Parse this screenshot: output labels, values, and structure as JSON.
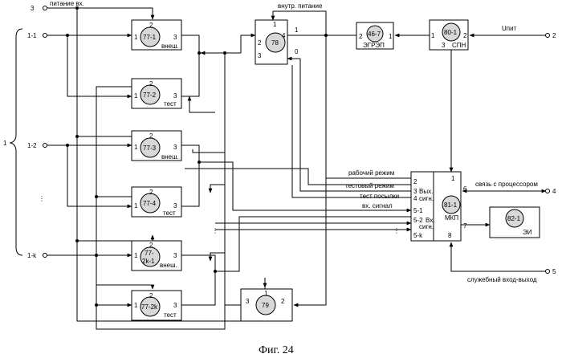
{
  "inputs": {
    "term_3": "3",
    "power_in": "питание вх.",
    "in_1_1": "1-1",
    "in_1_2": "1-2",
    "in_dots": "⋮",
    "in_1_k": "1-k",
    "group": "1"
  },
  "blocks": {
    "b77_1": {
      "id": "77-1",
      "sub": "внеш.",
      "p1": "1",
      "p2": "2",
      "p3": "3"
    },
    "b77_2": {
      "id": "77-2",
      "sub": "тест",
      "p1": "1",
      "p2": "2",
      "p3": "3"
    },
    "b77_3": {
      "id": "77-3",
      "sub": "внеш.",
      "p1": "1",
      "p2": "2",
      "p3": "3"
    },
    "b77_4": {
      "id": "77-4",
      "sub": "тест",
      "p1": "1",
      "p2": "2",
      "p3": "3"
    },
    "b77_2k1": {
      "id_a": "77-",
      "id_b": "2k-1",
      "sub": "внеш.",
      "p1": "1",
      "p2": "2",
      "p3": "3"
    },
    "b77_2k": {
      "id": "77-2k",
      "sub": "тест",
      "p1": "1",
      "p2": "2",
      "p3": "3"
    },
    "b78": {
      "id": "78",
      "p1": "1",
      "p2": "2",
      "p3": "3",
      "p4": "4",
      "p0": "0"
    },
    "b79": {
      "id": "79",
      "p1": "1",
      "p2": "2",
      "p3": "3"
    },
    "b46": {
      "id": "46-7",
      "sub": "ЭГРЭП",
      "p1": "1",
      "p2": "2"
    },
    "b80": {
      "id": "80-1",
      "sub": "СПН",
      "p1": "1",
      "p2": "2",
      "p3": "3"
    },
    "b81": {
      "id": "81-1",
      "sub": "МКП",
      "p1": "1",
      "p2": "2",
      "p3": "3",
      "p4": "4",
      "p5_1": "5-1",
      "p5_2": "5-2",
      "p5_k": "5-k",
      "p6": "6",
      "p7": "7",
      "p8": "8",
      "vyh": "Вых.",
      "sign": "сигн.",
      "vh": "Вх.",
      "sign2": "сигн."
    },
    "b82": {
      "id": "82-1",
      "sub": "ЭИ"
    }
  },
  "signals": {
    "internal_power": "внутр. питание",
    "u_pit": "Uпит",
    "term_2": "2",
    "work_mode": "рабочий режим",
    "test_mode": "тестовый режим",
    "test_packets": "тест посылки",
    "in_signal": "вх. сигнал",
    "processor_link": "связь с процессором",
    "term_4": "4",
    "service_io": "служебный вход-выход",
    "term_5": "5"
  },
  "caption": "Фиг. 24"
}
